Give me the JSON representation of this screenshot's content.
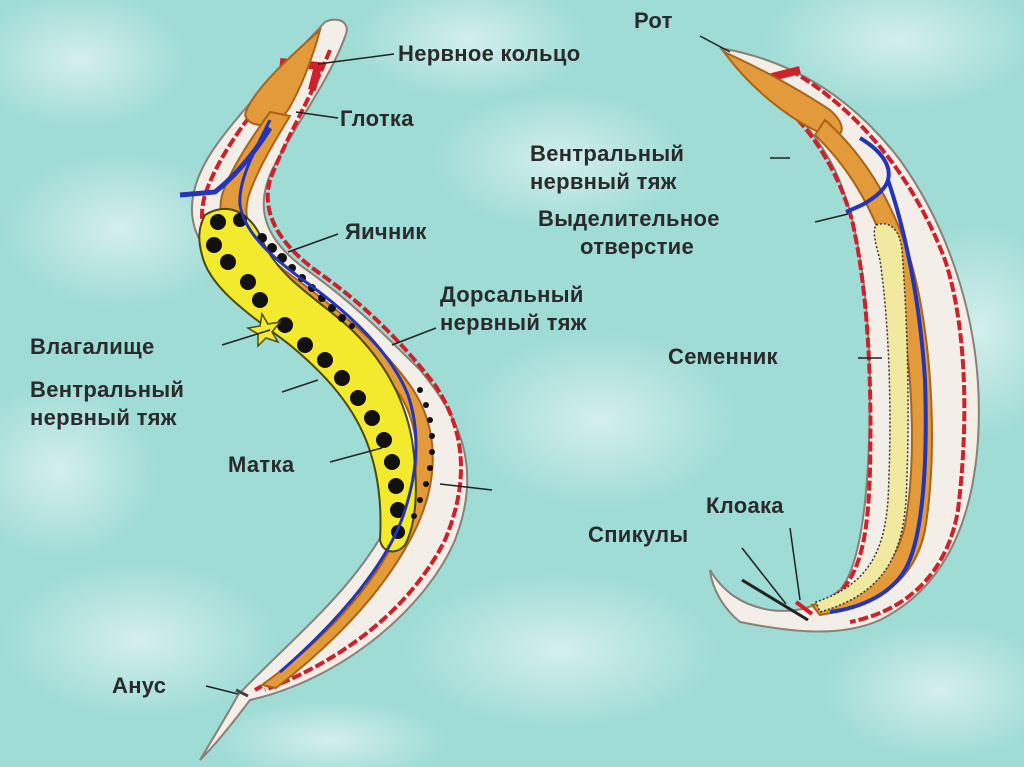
{
  "female_labels": {
    "nerve_ring": "Нервное кольцо",
    "pharynx": "Глотка",
    "ovary": "Яичник",
    "dorsal_cord_line1": "Дорсальный",
    "dorsal_cord_line2": "нервный тяж",
    "vagina": "Влагалище",
    "ventral_cord_line1": "Вентральный",
    "ventral_cord_line2": "нервный тяж",
    "uterus": "Матка",
    "anus": "Анус"
  },
  "male_labels": {
    "mouth": "Рот",
    "ventral_cord_line1": "Вентральный",
    "ventral_cord_line2": "нервный тяж",
    "excretory_line1": "Выделительное",
    "excretory_line2": "отверстие",
    "testis": "Семенник",
    "cloaca": "Клоака",
    "spicules": "Спикулы"
  },
  "colors": {
    "background": "#9fdcd6",
    "background_light": "#d9f4f1",
    "body_wall": "#f3eee8",
    "muscle_red": "#d0202a",
    "gut_orange": "#e39a3a",
    "gut_dark": "#a86418",
    "nerve_blue": "#2535b8",
    "uterus_yellow": "#f3ea2e",
    "egg_black": "#111111",
    "testis_cream": "#f1e9a0",
    "label_text": "#2a2a2a"
  }
}
